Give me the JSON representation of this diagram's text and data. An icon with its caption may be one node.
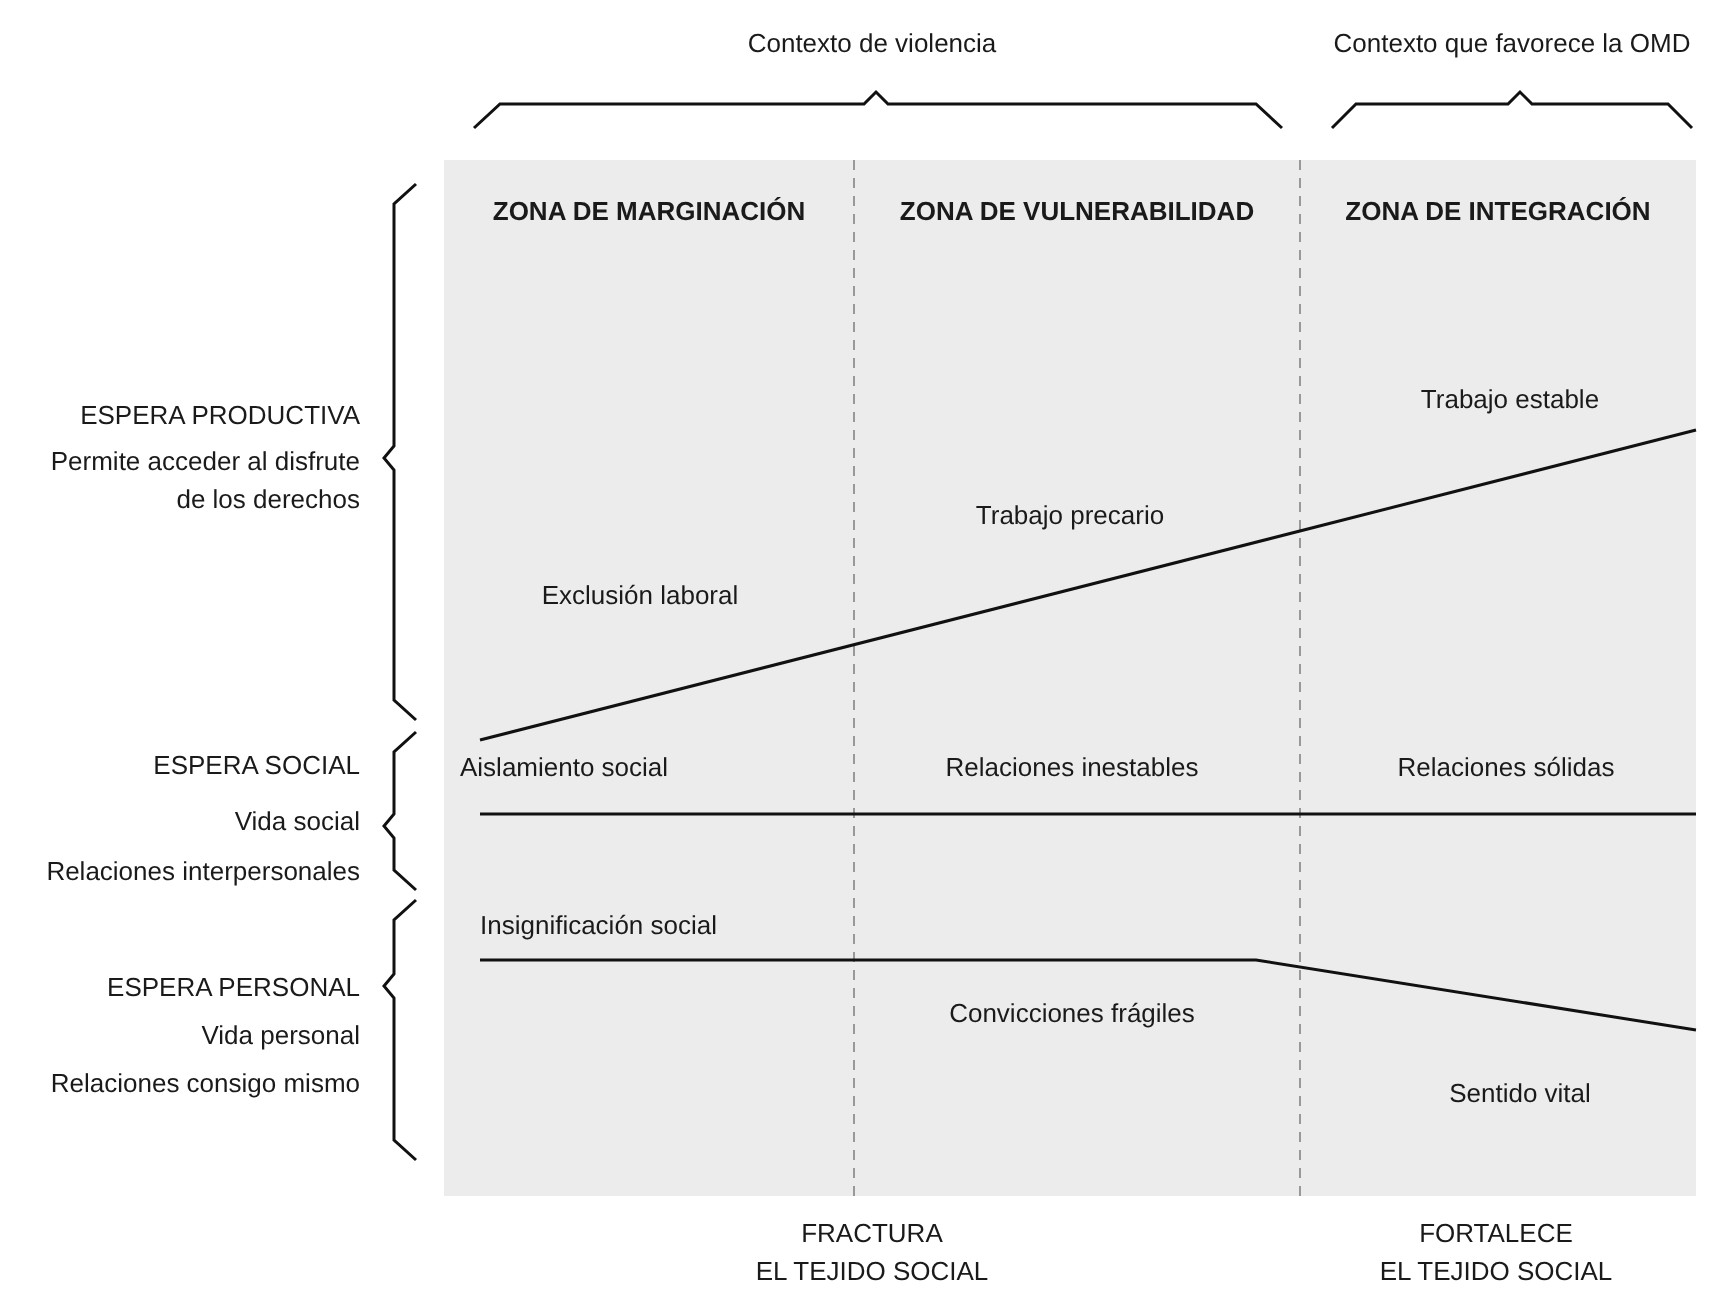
{
  "diagram": {
    "labels": [
      "Contexto de violencia",
      "Contexto que favorece la OMD",
      "ZONA DE MARGINACIÓN",
      "ZONA DE VULNERABILIDAD",
      "ZONA DE INTEGRACIÓN",
      "ESPERA PRODUCTIVA",
      "Permite acceder al disfrute de los derechos",
      "Trabajo estable",
      "Trabajo precario",
      "Exclusión laboral",
      "ESPERA SOCIAL",
      "Vida social",
      "Relaciones interpersonales",
      "Aislamiento social",
      "Relaciones inestables",
      "Relaciones sólidas",
      "Insignificación social",
      "ESPERA PERSONAL",
      "Vida personal",
      "Relaciones consigo mismo",
      "Convicciones frágiles",
      "Sentido vital",
      "FRACTURA EL TEJIDO SOCIAL",
      "FORTALECE EL TEJIDO SOCIAL"
    ]
  }
}
